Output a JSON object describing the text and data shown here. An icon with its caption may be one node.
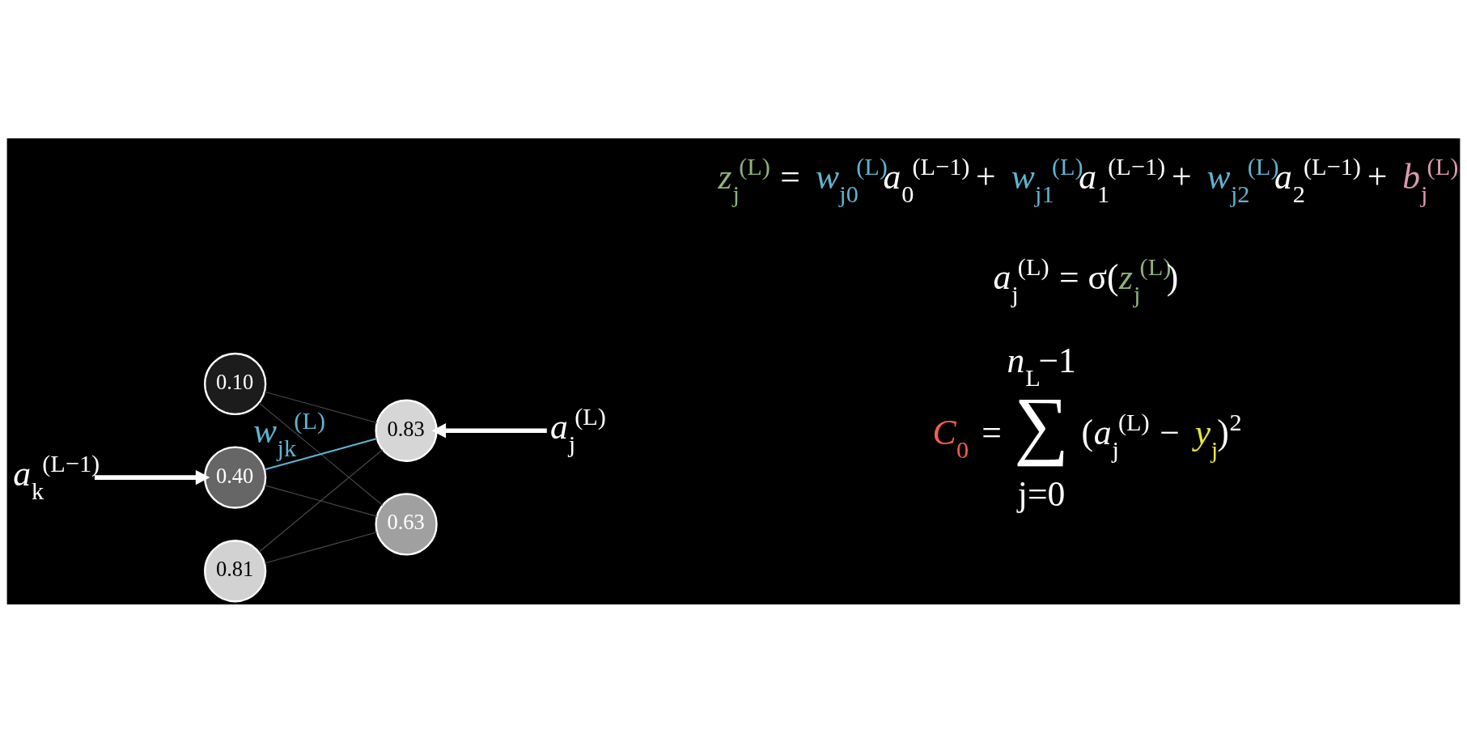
{
  "diagram": {
    "nodes": [
      {
        "text": [
          "a$_{k}$$^{(L−1)}$"
        ]
      },
      {
        "text": [
          "0.10"
        ]
      },
      {
        "text": [
          "0.40"
        ]
      },
      {
        "text": [
          "0.81"
        ]
      },
      {
        "text": [
          "0.83"
        ]
      },
      {
        "text": [
          "0.63"
        ]
      },
      {
        "text": [
          "a$_{j}$$^{(L)}$"
        ]
      }
    ],
    "edges": [
      {
        "from": 0,
        "to": 2,
        "arrow": "to",
        "style": "thick",
        "color": "#ffffff"
      },
      {
        "from": 1,
        "to": 4,
        "arrow": "none"
      },
      {
        "from": 1,
        "to": 5,
        "arrow": "none"
      },
      {
        "from": 2,
        "to": 4,
        "arrow": "none",
        "label": "w$_{jk}$$^{(L)}$",
        "color": "#5fb3cf"
      },
      {
        "from": 2,
        "to": 5,
        "arrow": "none"
      },
      {
        "from": 3,
        "to": 4,
        "arrow": "none"
      },
      {
        "from": 3,
        "to": 5,
        "arrow": "none"
      },
      {
        "from": 6,
        "to": 4,
        "arrow": "to",
        "style": "thick",
        "color": "#ffffff"
      }
    ],
    "labels": [
      "z$_{j}$$^{(L)}$ = w$_{j0}$$^{(L)}$a$_{0}$$^{(L−1)}$ + w$_{j1}$$^{(L)}$a$_{1}$$^{(L−1)}$ + w$_{j2}$$^{(L)}$a$_{2}$$^{(L−1)}$ + b$_{j}$$^{(L)}$",
      "a$_{j}$$^{(L)}$ = σ(z$_{j}$$^{(L)}$)",
      "n$_{L}$−1",
      "C$_{0}$ =",
      "∑",
      "(a$_{j}$$^{(L)}$ − y$_{j}$)$^{2}$",
      "j=0"
    ]
  }
}
